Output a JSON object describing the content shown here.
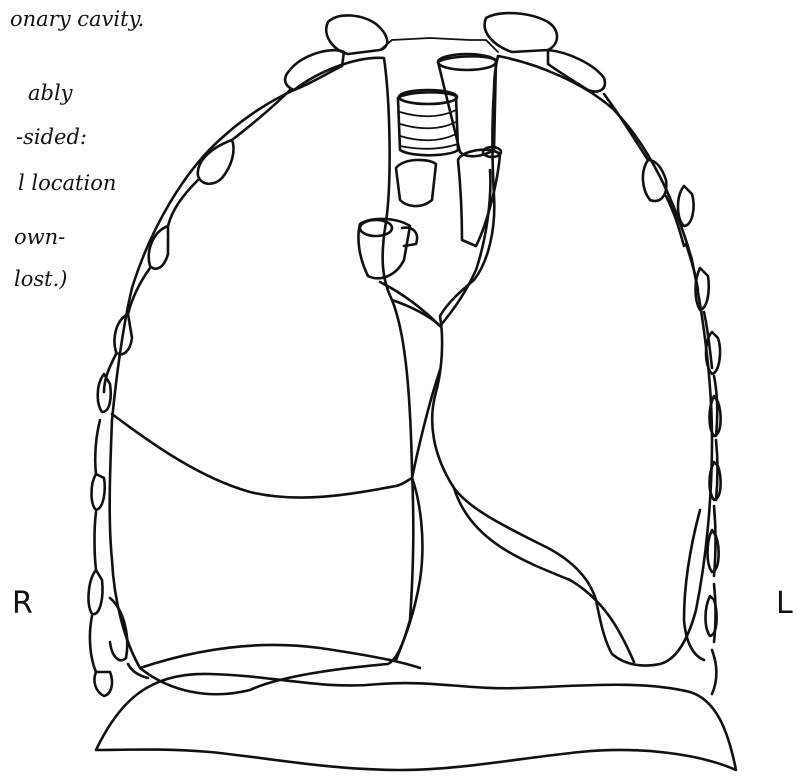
{
  "labels": {
    "right": "R",
    "left": "L"
  },
  "notes": {
    "line1": "onary cavity.",
    "line2": "ably",
    "line3": "-sided:",
    "line4": "l location",
    "line5": "own-",
    "line6": "lost.)"
  }
}
